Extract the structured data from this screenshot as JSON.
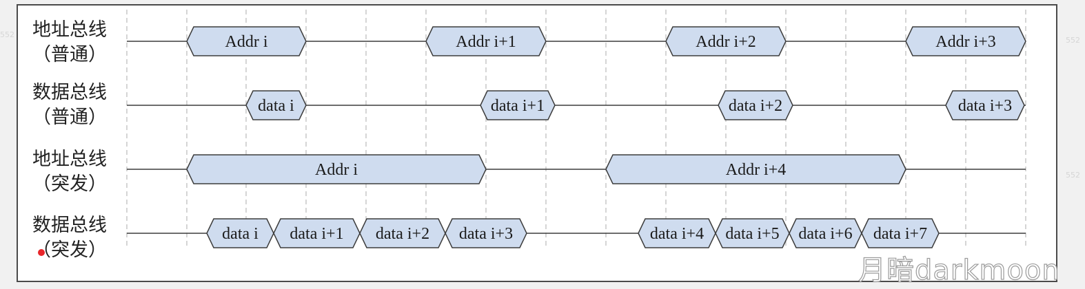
{
  "rows": [
    {
      "label_line1": "地址总线",
      "label_line2": "（普通）",
      "segments": [
        "Addr i",
        "Addr i+1",
        "Addr i+2",
        "Addr i+3"
      ]
    },
    {
      "label_line1": "数据总线",
      "label_line2": "（普通）",
      "segments": [
        "data i",
        "data i+1",
        "data i+2",
        "data i+3"
      ]
    },
    {
      "label_line1": "地址总线",
      "label_line2": "（突发）",
      "segments": [
        "Addr i",
        "Addr i+4"
      ]
    },
    {
      "label_line1": "数据总线",
      "label_line2": "（突发）",
      "segments": [
        "data i",
        "data i+1",
        "data i+2",
        "data i+3",
        "data i+4",
        "data i+5",
        "data i+6",
        "data i+7"
      ]
    }
  ],
  "watermark": "月暗darkmoon",
  "edge_marks": [
    "552",
    "552",
    "552"
  ],
  "colors": {
    "segment_fill": "#cfdcef",
    "segment_stroke": "#3c3c3c",
    "signal_line": "#3c3c3c",
    "gridline": "#b9b9b9",
    "frame": "#4a4a4a"
  }
}
